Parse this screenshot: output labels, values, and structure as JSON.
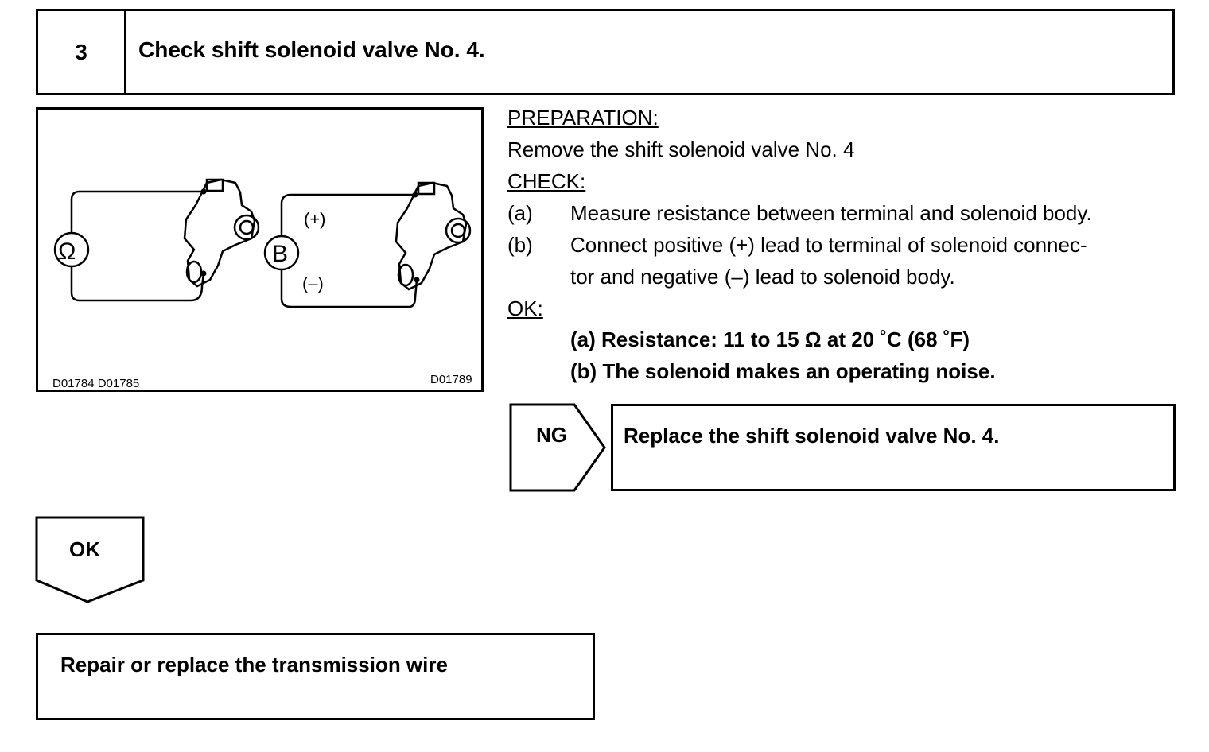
{
  "step": {
    "number": "3",
    "title": "Check shift solenoid valve No. 4."
  },
  "illustration": {
    "meter_symbol": "Ω",
    "battery_symbol": "B",
    "positive_label": "(+)",
    "negative_label": "(–)",
    "code_left": "D01784  D01785",
    "code_right": "D01789"
  },
  "instructions": {
    "preparation_heading": "PREPARATION:",
    "preparation_text": "Remove the shift solenoid valve No. 4",
    "check_heading": "CHECK:",
    "steps": [
      {
        "marker": "(a)",
        "lines": [
          "Measure resistance between terminal and solenoid body."
        ]
      },
      {
        "marker": "(b)",
        "lines": [
          "Connect positive (+) lead to terminal of solenoid connec-",
          "tor and negative (–) lead to solenoid body."
        ]
      }
    ],
    "ok_heading": "OK:",
    "ok_items": [
      "(a) Resistance: 11 to 15 Ω at 20 ˚C (68 ˚F)",
      "(b) The solenoid makes an operating noise."
    ]
  },
  "ng_branch": {
    "tag": "NG",
    "text": "Replace the shift solenoid valve No. 4."
  },
  "ok_branch": {
    "tag": "OK",
    "text": "Repair or replace the transmission wire"
  }
}
